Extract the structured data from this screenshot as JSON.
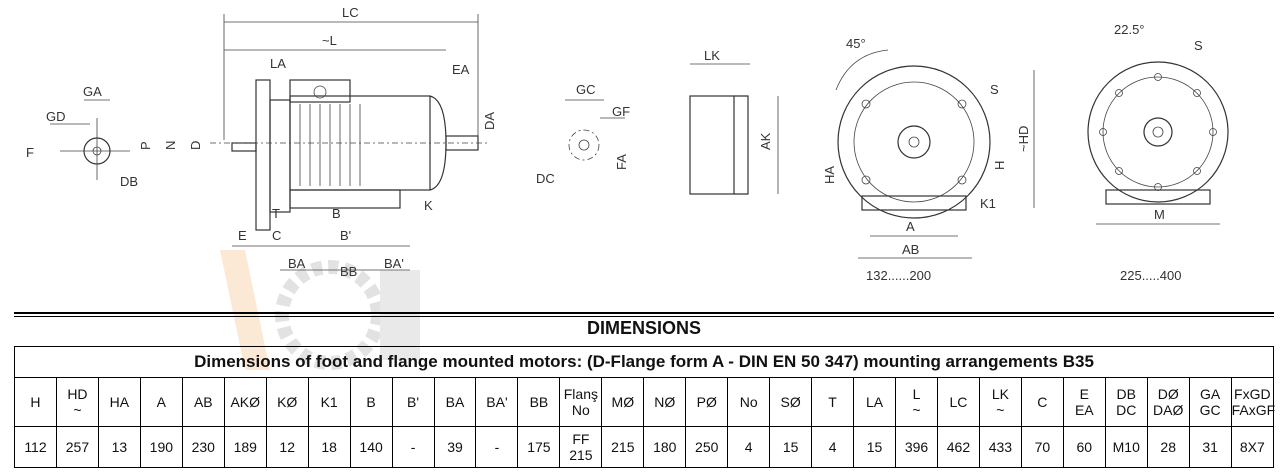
{
  "drawing_labels": {
    "shaft_end": [
      "GA",
      "GD",
      "F",
      "DB"
    ],
    "side_view": [
      "LC",
      "~L",
      "LA",
      "EA",
      "DA",
      "P",
      "N",
      "D",
      "T",
      "K",
      "E",
      "C",
      "B",
      "B'",
      "BA",
      "BB",
      "BA'"
    ],
    "key_detail": [
      "GC",
      "GF",
      "DC",
      "FA"
    ],
    "flange_detail": [
      "LK",
      "AK"
    ],
    "front_small": [
      "45°",
      "S",
      "~HD",
      "H",
      "HA",
      "A",
      "AB",
      "K1",
      "132......200"
    ],
    "front_large": [
      "22.5°",
      "S",
      "M",
      "225......400"
    ]
  },
  "section_title": "DIMENSIONS",
  "table": {
    "caption": "Dimensions of foot and flange mounted motors: (D-Flange form A - DIN EN 50 347) mounting arrangements B35",
    "headers": [
      "H",
      "HD\n~",
      "HA",
      "A",
      "AB",
      "AKØ",
      "KØ",
      "K1",
      "B",
      "B'",
      "BA",
      "BA'",
      "BB",
      "Flanş\nNo",
      "MØ",
      "NØ",
      "PØ",
      "No",
      "SØ",
      "T",
      "LA",
      "L\n~",
      "LC",
      "LK\n~",
      "C",
      "E\nEA",
      "DB\nDC",
      "DØ\nDAØ",
      "GA\nGC",
      "FxGD\nFAxGF"
    ],
    "values": [
      "112",
      "257",
      "13",
      "190",
      "230",
      "189",
      "12",
      "18",
      "140",
      "-",
      "39",
      "-",
      "175",
      "FF 215",
      "215",
      "180",
      "250",
      "4",
      "15",
      "4",
      "15",
      "396",
      "462",
      "433",
      "70",
      "60",
      "M10",
      "28",
      "31",
      "8X7"
    ]
  }
}
